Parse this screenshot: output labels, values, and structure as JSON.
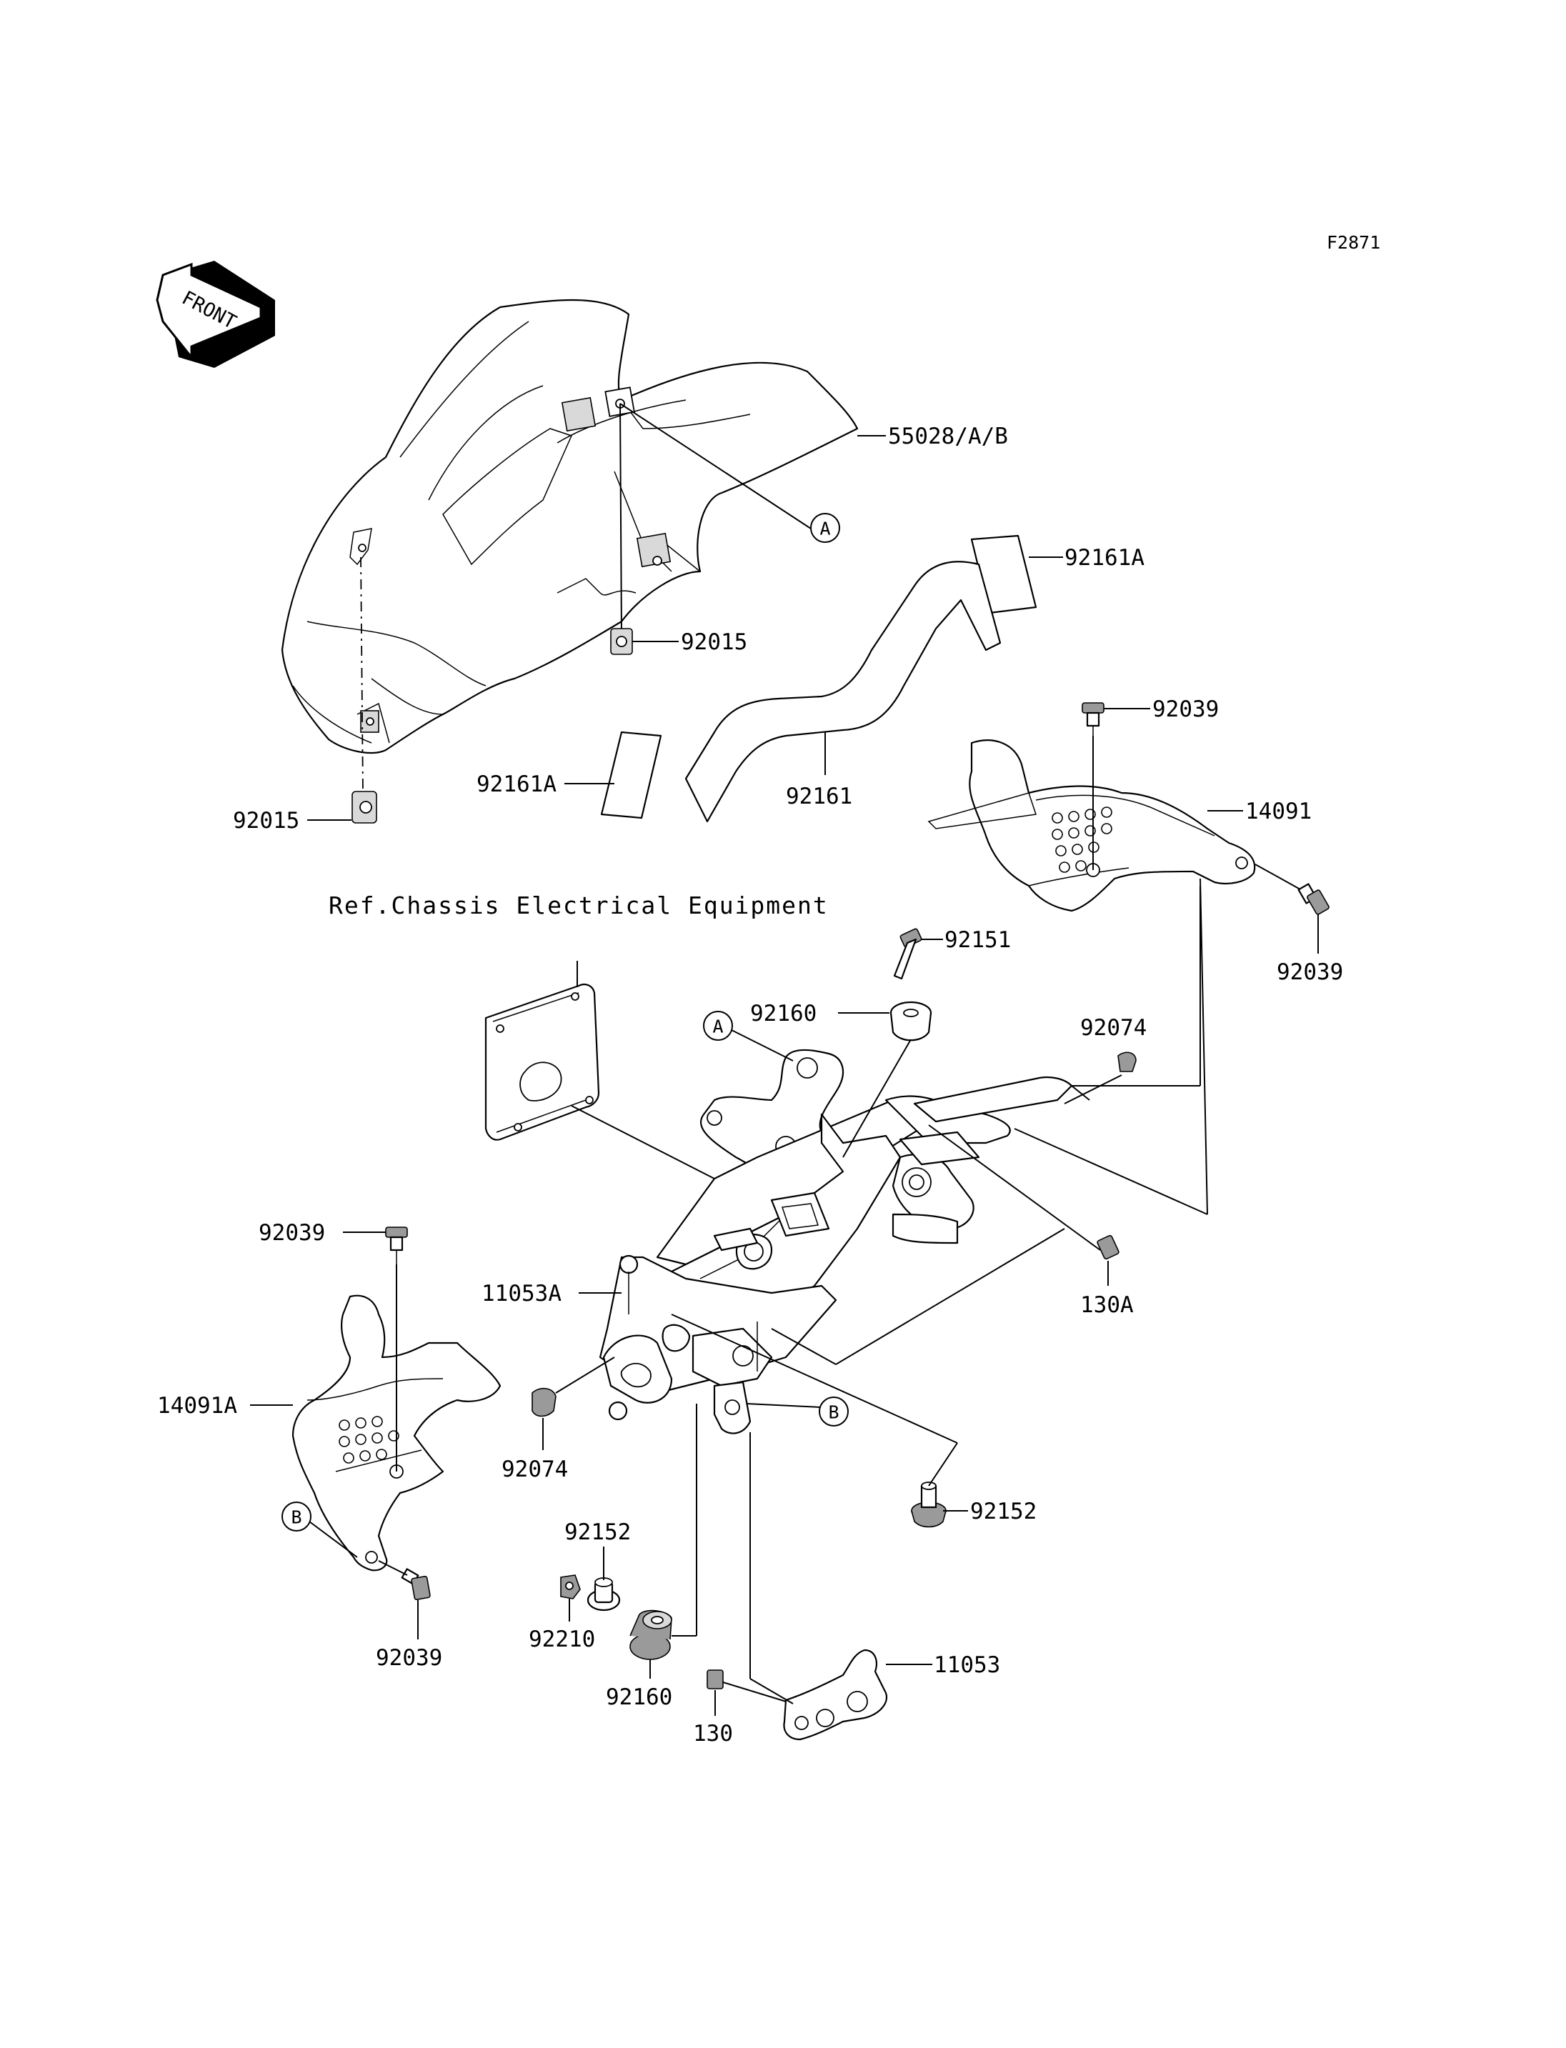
{
  "figure_code": "F2871",
  "front_label": "FRONT",
  "reference_note": "Ref.Chassis Electrical Equipment",
  "callouts": {
    "A": "A",
    "B": "B"
  },
  "part_numbers": {
    "cowling": "55028/A/B",
    "pad_upper": "92161A",
    "pad_lower": "92161A",
    "nut_cowl_upper": "92015",
    "nut_cowl_lower": "92015",
    "pipe": "92161",
    "screw_cover_right_top": "92039",
    "cover_right": "14091",
    "screw_cover_right_side": "92039",
    "bolt_upper": "92151",
    "damper_upper": "92160",
    "grommet_right": "92074",
    "bolt_right": "130A",
    "screw_cover_left_top": "92039",
    "bracket_left": "11053A",
    "cover_left": "14091A",
    "grommet_left": "92074",
    "collar_right": "92152",
    "screw_cover_left_bottom": "92039",
    "collar_lower": "92152",
    "nut_lower": "92210",
    "damper_lower": "92160",
    "bracket_lower": "11053",
    "bolt_lower": "130"
  }
}
